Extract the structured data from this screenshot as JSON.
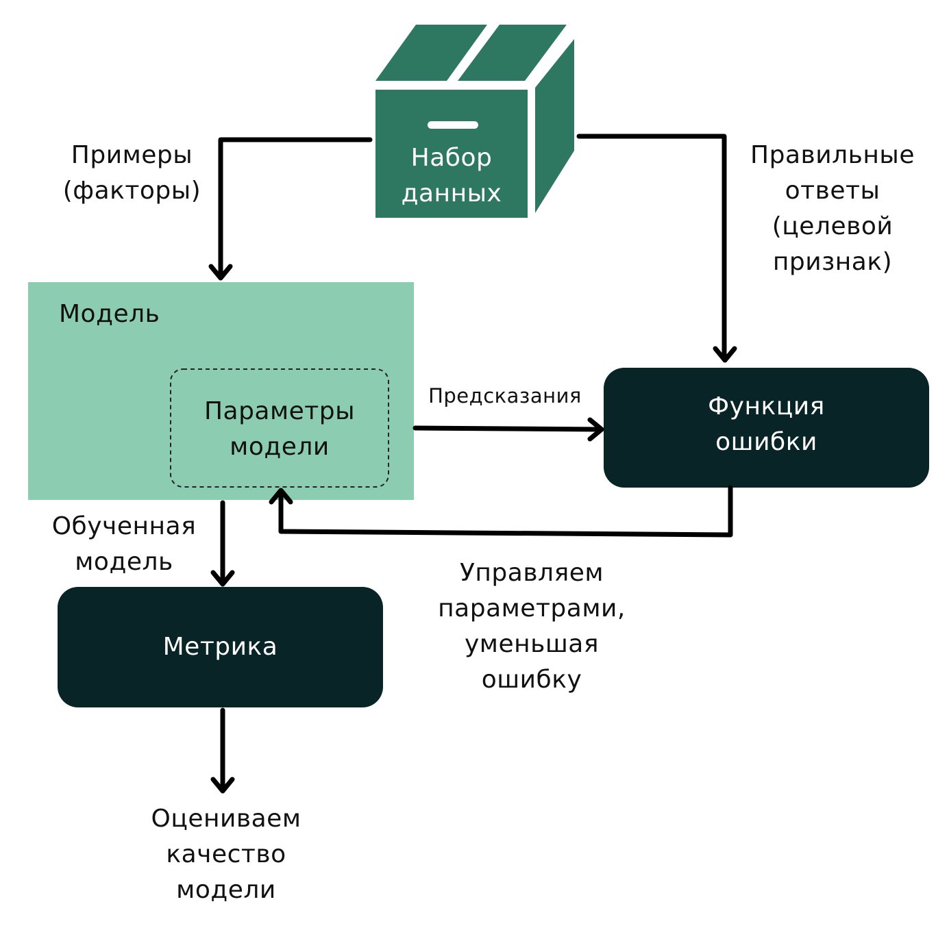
{
  "colors": {
    "dataset_box": "#2e7760",
    "model_area": "#8ccdb1",
    "dark_block": "#082426",
    "arrow": "#000000",
    "text_dark": "#111111",
    "text_light": "#ffffff"
  },
  "icons": {
    "dataset": "cardboard-box-icon"
  },
  "dataset": {
    "line1": "Набор",
    "line2": "данных"
  },
  "examples_label": {
    "line1": "Примеры",
    "line2": "(факторы)"
  },
  "targets_label": {
    "line1": "Правильные",
    "line2": "ответы",
    "line3": "(целевой",
    "line4": "признак)"
  },
  "model": {
    "title": "Модель",
    "params_line1": "Параметры",
    "params_line2": "модели"
  },
  "predictions_label": "Предсказания",
  "loss": {
    "line1": "Функция",
    "line2": "ошибки"
  },
  "trained_label": {
    "line1": "Обученная",
    "line2": "модель"
  },
  "update_label": {
    "line1": "Управляем",
    "line2": "параметрами,",
    "line3": "уменьшая",
    "line4": "ошибку"
  },
  "metric": {
    "label": "Метрика"
  },
  "evaluate_label": {
    "line1": "Оцениваем",
    "line2": "качество",
    "line3": "модели"
  }
}
